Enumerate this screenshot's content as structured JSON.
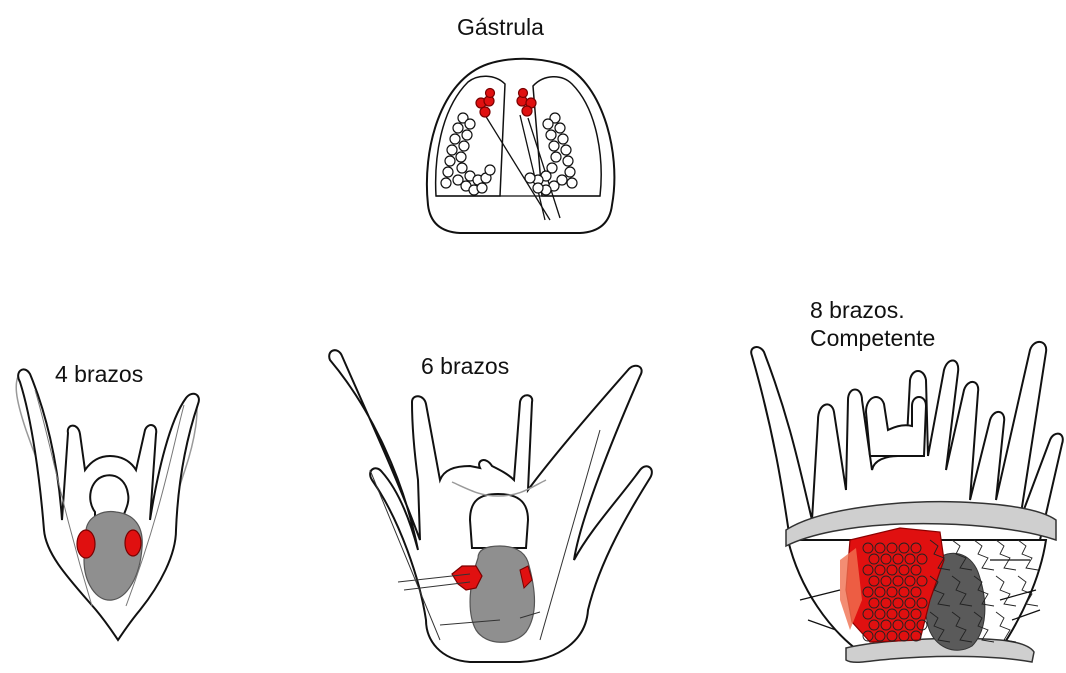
{
  "labels": {
    "gastrula": "Gástrula",
    "four_arms": "4 brazos",
    "six_arms": "6 brazos",
    "eight_arms_line1": "8 brazos.",
    "eight_arms_line2": "Competente"
  },
  "colors": {
    "outline": "#111111",
    "light_outline": "#9a9a9a",
    "red": "#e01010",
    "dark_red": "#b80000",
    "gray_body": "#8f8f8f",
    "dark_gray": "#5a5a5a",
    "band_gray": "#cfcfcf"
  }
}
